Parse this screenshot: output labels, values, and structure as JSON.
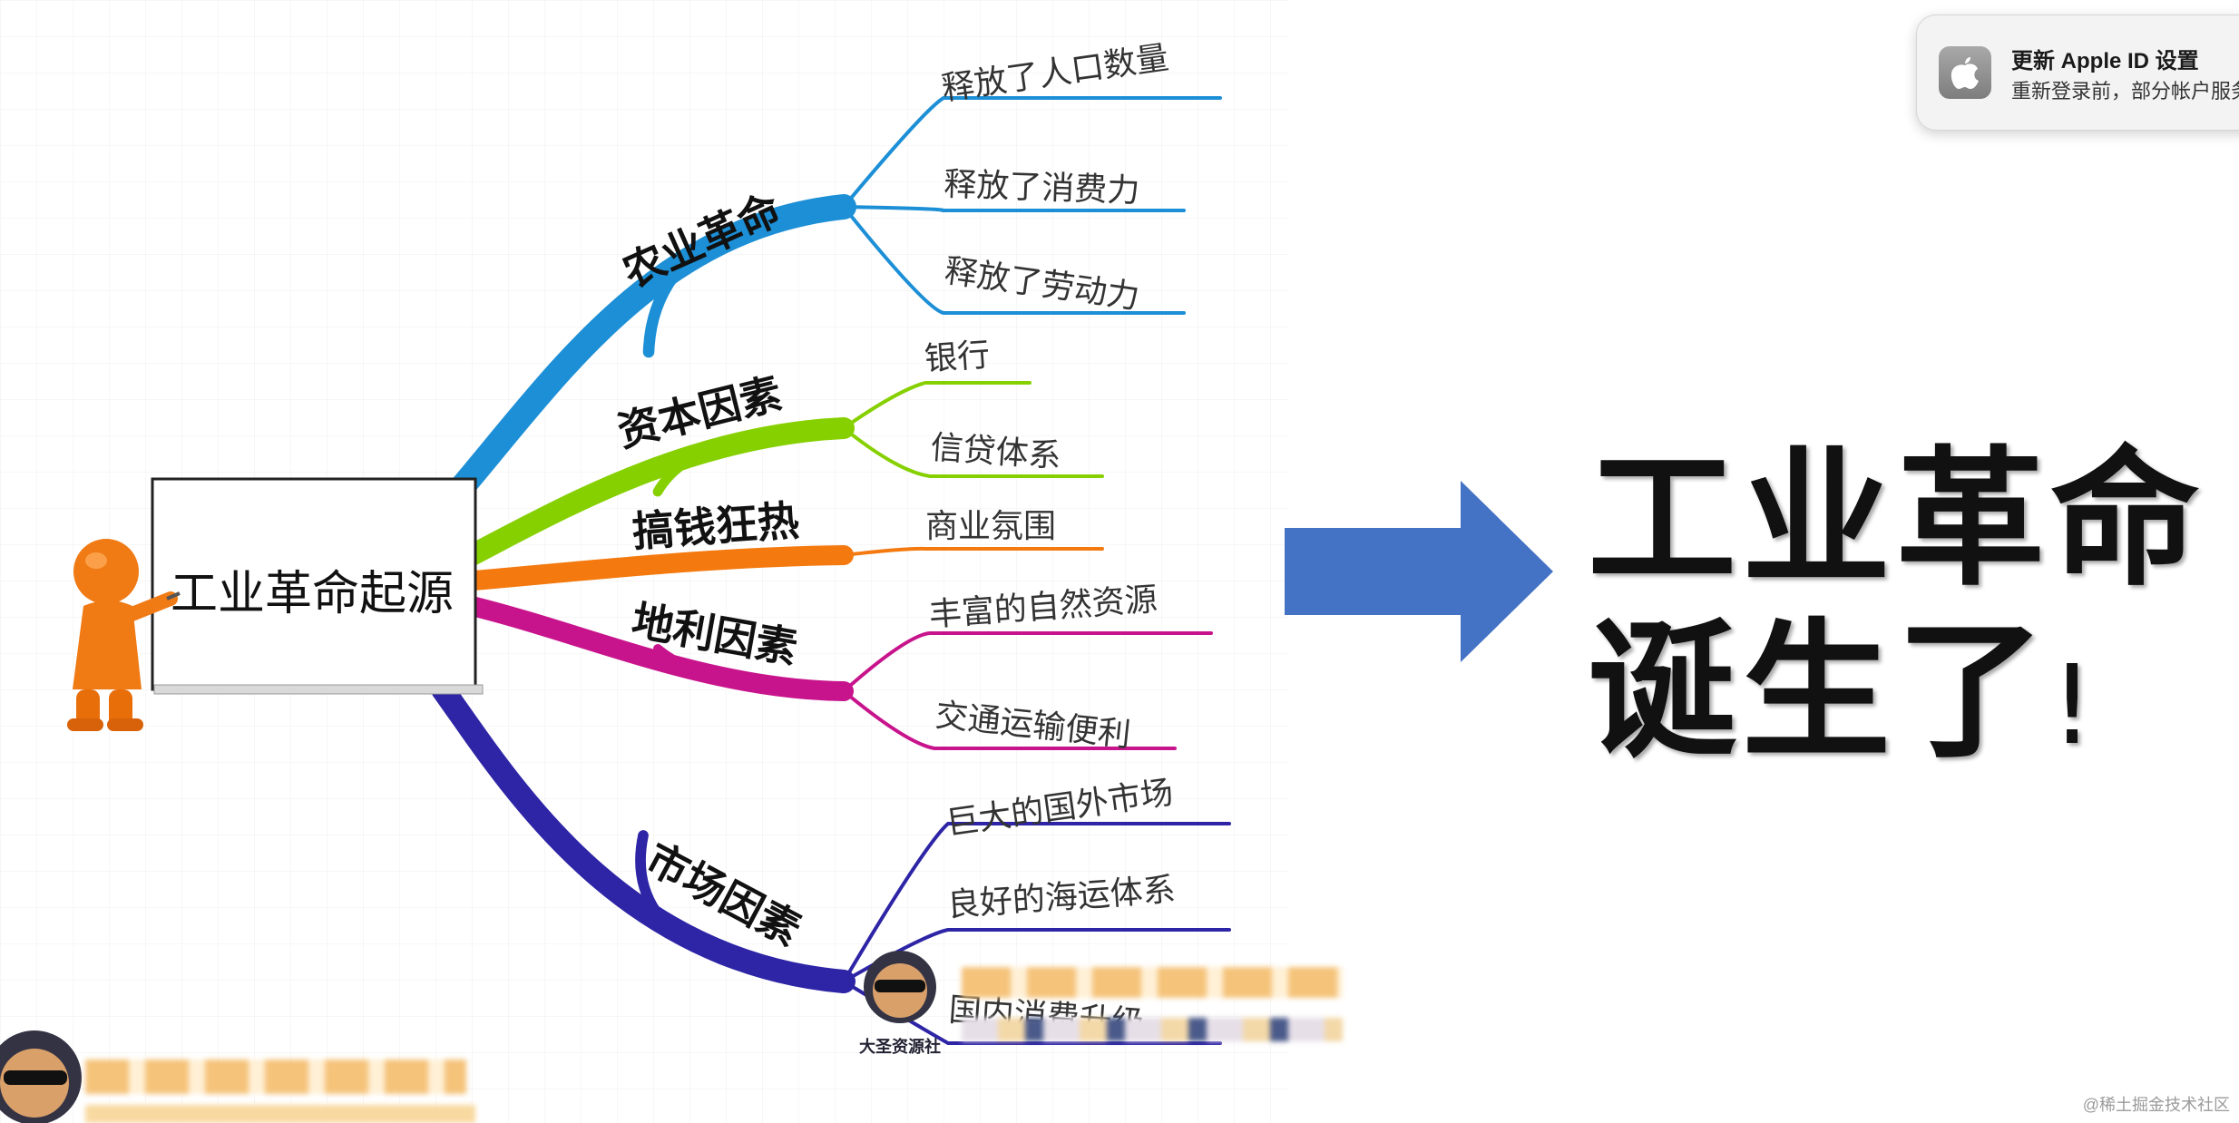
{
  "mindmap": {
    "root": "工业革命起源",
    "branches": [
      {
        "label": "农业革命",
        "color": "#1c8fd6",
        "leaves": [
          "释放了人口数量",
          "释放了消费力",
          "释放了劳动力"
        ]
      },
      {
        "label": "资本因素",
        "color": "#86d000",
        "leaves": [
          "银行",
          "信贷体系"
        ]
      },
      {
        "label": "搞钱狂热",
        "color": "#f47a10",
        "leaves": [
          "商业氛围"
        ]
      },
      {
        "label": "地利因素",
        "color": "#c8148c",
        "leaves": [
          "丰富的自然资源",
          "交通运输便利"
        ]
      },
      {
        "label": "市场因素",
        "color": "#2d24a6",
        "leaves": [
          "巨大的国外市场",
          "良好的海运体系",
          "国内消费升级"
        ]
      }
    ]
  },
  "conclusion": {
    "line1": "工业革命",
    "line2": "诞生了",
    "exclaim": "!"
  },
  "arrow_color": "#4472c4",
  "notification": {
    "title": "更新 Apple ID 设置",
    "body": "重新登录前，部分帐户服务",
    "icon": "apple-logo-icon"
  },
  "logo_text": "大圣资源社",
  "watermark": "@稀土掘金技术社区"
}
